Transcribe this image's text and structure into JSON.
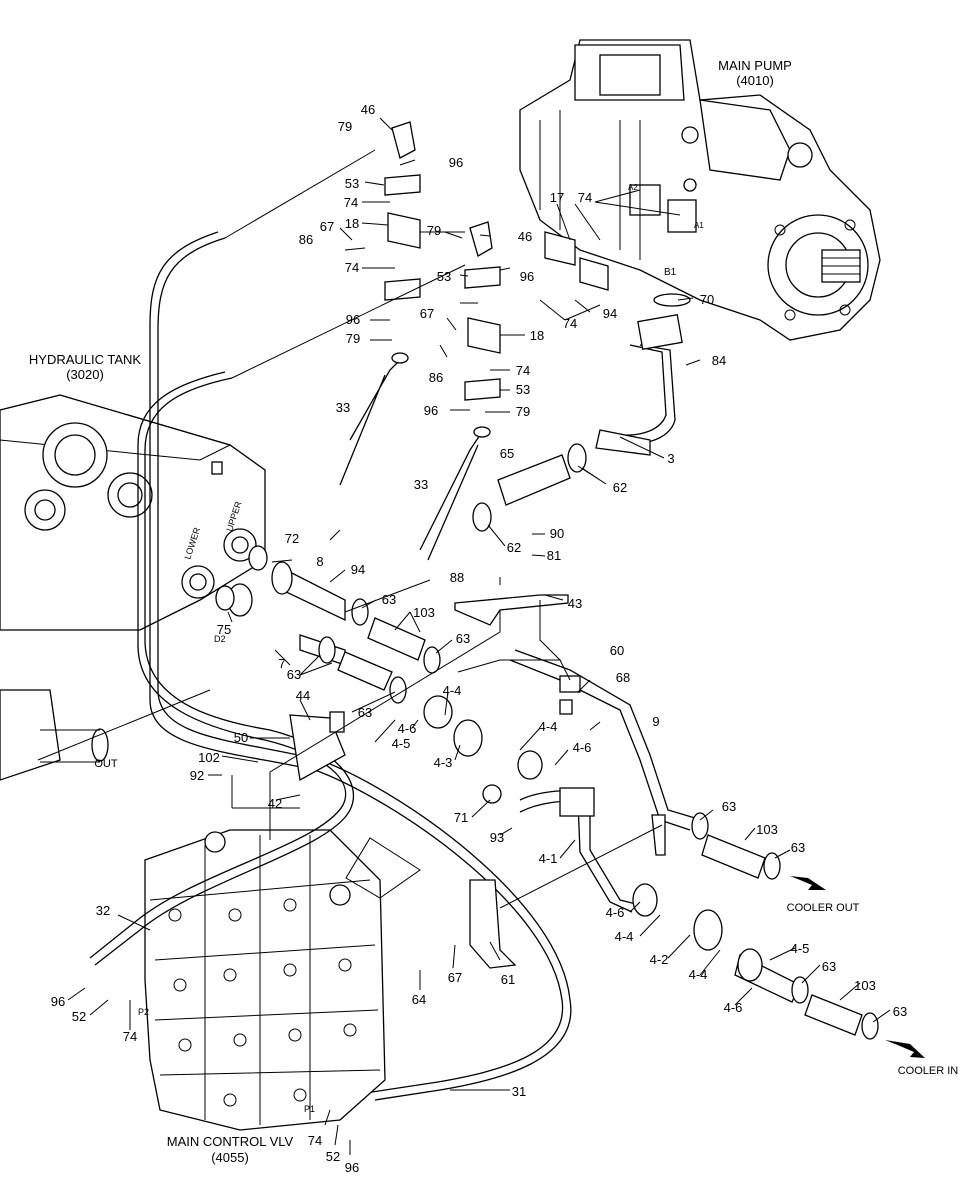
{
  "components": {
    "main_pump": {
      "name": "MAIN PUMP",
      "code": "(4010)"
    },
    "hydraulic_tank": {
      "name": "HYDRAULIC TANK",
      "code": "(3020)"
    },
    "main_control_valve": {
      "name": "MAIN CONTROL VLV",
      "code": "(4055)"
    }
  },
  "flow_labels": {
    "cooler_out": "COOLER OUT",
    "cooler_in": "COOLER IN",
    "out": "OUT"
  },
  "port_labels": [
    "LOWER",
    "UPPER",
    "A2",
    "A1",
    "B1",
    "D2",
    "P2",
    "P1"
  ],
  "part_numbers": [
    "46",
    "79",
    "96",
    "53",
    "74",
    "18",
    "67",
    "86",
    "79",
    "46",
    "53",
    "96",
    "74",
    "17",
    "74",
    "74",
    "94",
    "70",
    "96",
    "79",
    "67",
    "18",
    "86",
    "74",
    "53",
    "96",
    "79",
    "84",
    "33",
    "3",
    "65",
    "62",
    "33",
    "62",
    "72",
    "8",
    "94",
    "90",
    "81",
    "88",
    "43",
    "75",
    "63",
    "103",
    "63",
    "7",
    "63",
    "60",
    "68",
    "44",
    "63",
    "4-4",
    "4-4",
    "4-6",
    "4-5",
    "9",
    "50",
    "4-3",
    "4-6",
    "102",
    "92",
    "42",
    "71",
    "93",
    "63",
    "103",
    "63",
    "4-1",
    "32",
    "4-6",
    "4-4",
    "61",
    "96",
    "52",
    "74",
    "64",
    "67",
    "4-2",
    "4-4",
    "4-5",
    "63",
    "103",
    "63",
    "4-6",
    "31",
    "74",
    "52",
    "96"
  ]
}
